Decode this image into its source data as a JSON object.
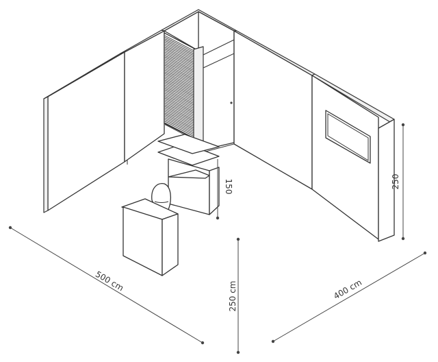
{
  "dimensions": {
    "front_width": "500 cm",
    "side_depth": "400 cm",
    "wall_height": "250 cm",
    "back_wall_height": "250",
    "shelf_height": "150"
  },
  "colors": {
    "line": "#333333",
    "dimension_line": "#444444",
    "background": "#ffffff"
  }
}
